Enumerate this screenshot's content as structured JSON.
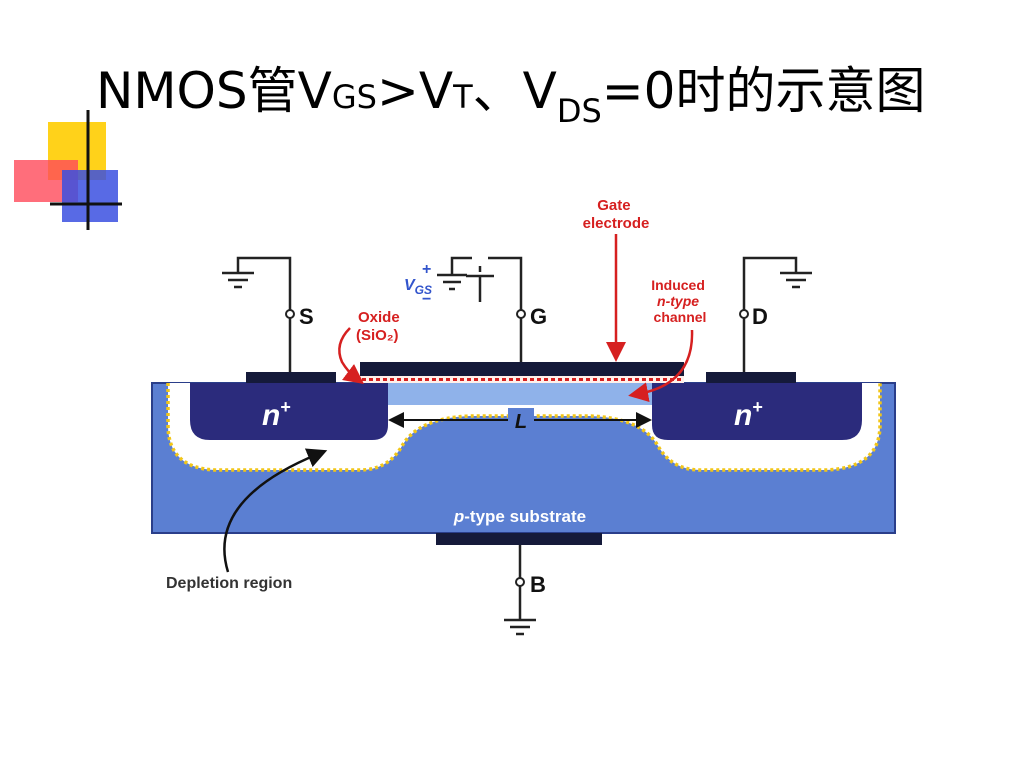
{
  "title": {
    "p1": "NMOS管V",
    "p2": "GS",
    "p3": ">V",
    "p4": "T",
    "p5": "、V",
    "p6": "DS",
    "p7": "=0时的示意图"
  },
  "diagram": {
    "gate_electrode": [
      "Gate",
      "electrode"
    ],
    "induced_channel": [
      "Induced",
      "n-type",
      "channel"
    ],
    "oxide": [
      "Oxide",
      "(SiO₂)"
    ],
    "vgs_symbol": "V",
    "vgs_sub": "GS",
    "plus": "+",
    "minus": "−",
    "source": "S",
    "gate": "G",
    "drain": "D",
    "body": "B",
    "n_plus": "n",
    "sup_plus": "+",
    "length": "L",
    "substrate_italic": "p",
    "substrate_rest": "-type substrate",
    "depletion": "Depletion region"
  },
  "colors": {
    "substrate": "#5b7fd2",
    "nplus": "#2b2b7c",
    "metal": "#151a3a",
    "label_red": "#d62020",
    "depletion_dots": "#f2c618"
  }
}
